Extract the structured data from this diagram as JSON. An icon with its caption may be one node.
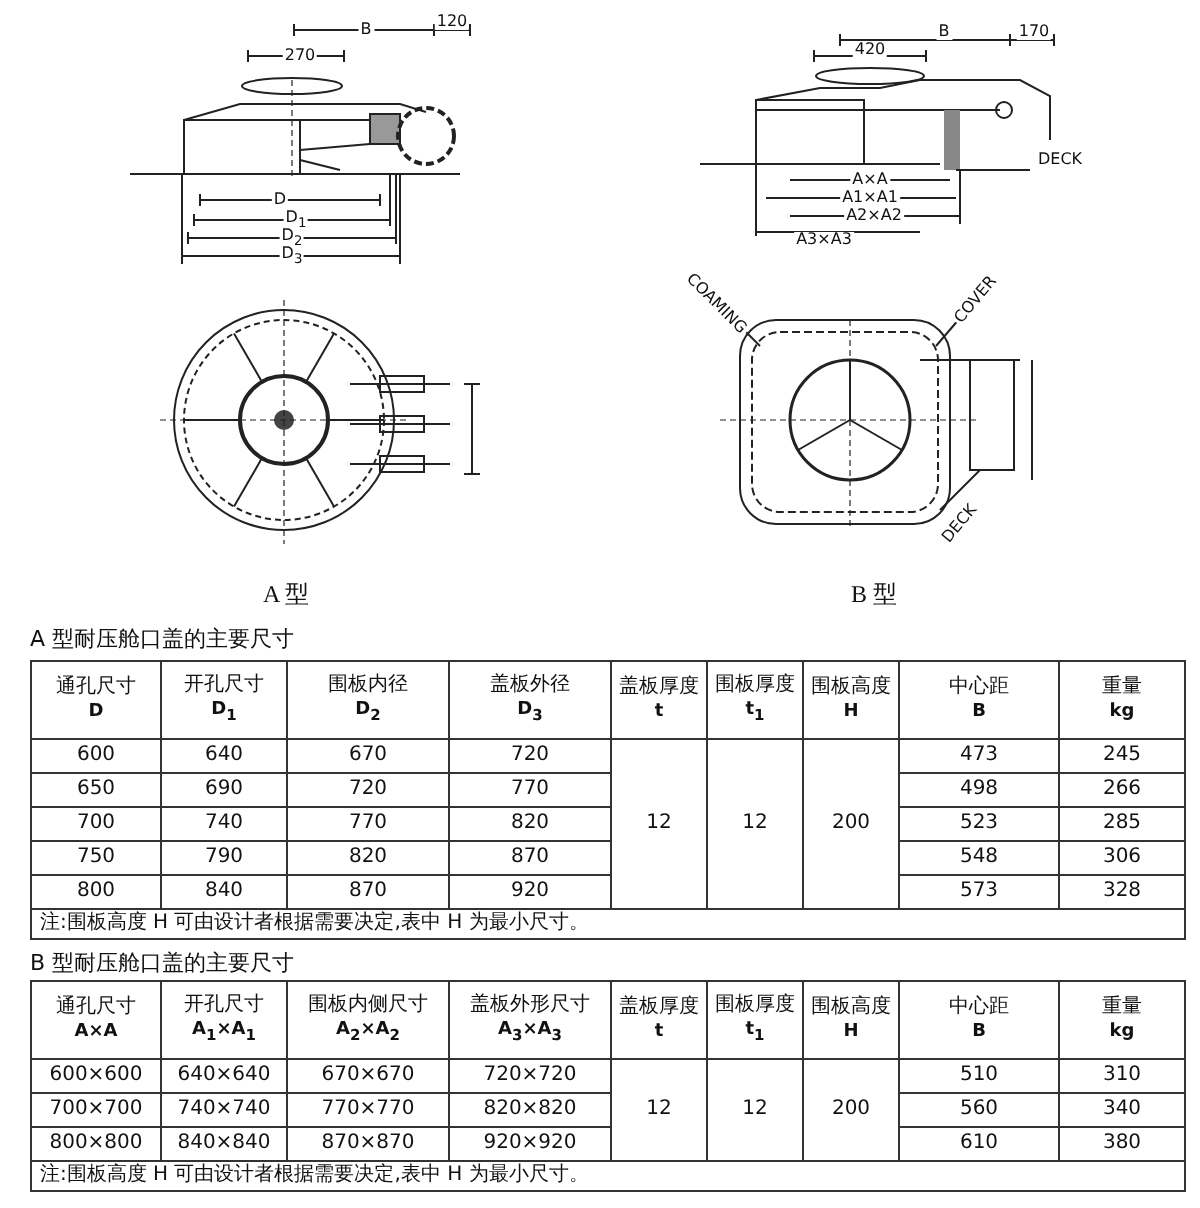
{
  "diagram": {
    "labels": [
      "B",
      "120",
      "270",
      "D",
      "D$_{1}$",
      "D$_{2}$",
      "D$_{3}$",
      "A 型",
      "B",
      "170",
      "420",
      "A×A",
      "A1×A1",
      "A2×A2",
      "A3×A3",
      "DECK",
      "COAMING",
      "COVER",
      "DECK",
      "B 型",
      "A 型耐压舱口盖的主要尺寸",
      "通孔尺寸",
      "D",
      "开孔尺寸",
      "D$_{1}$",
      "围板内径",
      "D$_{2}$",
      "盖板外径",
      "D$_{3}$",
      "盖板厚度",
      "t",
      "围板厚度",
      "t$_{1}$",
      "围板高度",
      "H",
      "中心距",
      "B",
      "重量",
      "kg",
      "600",
      "640",
      "670",
      "720",
      "12",
      "12",
      "200",
      "473",
      "245",
      "650",
      "690",
      "720",
      "770",
      "498",
      "266",
      "700",
      "740",
      "770",
      "820",
      "523",
      "285",
      "750",
      "790",
      "820",
      "870",
      "548",
      "306",
      "800",
      "840",
      "870",
      "920",
      "573",
      "328",
      "注:围板高度 H 可由设计者根据需要决定,表中 H 为最小尺寸。",
      "B 型耐压舱口盖的主要尺寸",
      "通孔尺寸",
      "A×A",
      "开孔尺寸",
      "A$_{1}$×A$_{1}$",
      "围板内侧尺寸",
      "A$_{2}$×A$_{2}$",
      "盖板外形尺寸",
      "A$_{3}$×A$_{3}$",
      "盖板厚度",
      "t",
      "围板厚度",
      "t$_{1}$",
      "围板高度",
      "H",
      "中心距",
      "B",
      "重量",
      "kg",
      "600×600",
      "640×640",
      "670×670",
      "720×720",
      "12",
      "12",
      "200",
      "510",
      "310",
      "700×700",
      "740×740",
      "770×770",
      "820×820",
      "560",
      "340",
      "800×800",
      "840×840",
      "870×870",
      "920×920",
      "610",
      "380",
      "注:围板高度 H 可由设计者根据需要决定,表中 H 为最小尺寸。"
    ]
  }
}
